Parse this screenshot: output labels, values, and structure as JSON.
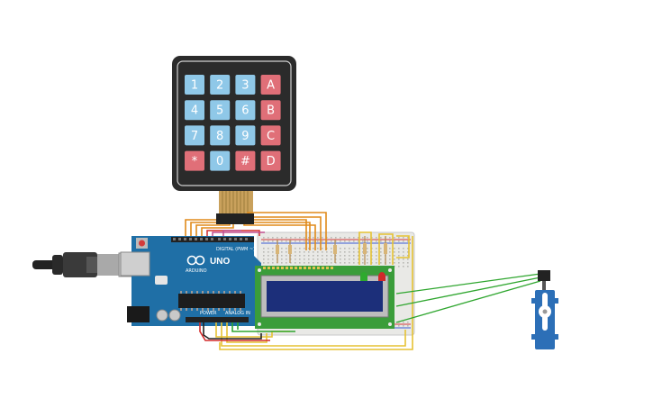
{
  "keypad": {
    "rows": [
      [
        "1",
        "2",
        "3",
        "A"
      ],
      [
        "4",
        "5",
        "6",
        "B"
      ],
      [
        "7",
        "8",
        "9",
        "C"
      ],
      [
        "*",
        "0",
        "#",
        "D"
      ]
    ],
    "digit_color": "#8fc8e8",
    "letter_color": "#e06f78",
    "body_color": "#2b2b2b"
  },
  "arduino": {
    "model_text": "UNO",
    "brand_text": "ARDUINO",
    "digital_label": "DIGITAL (PWM ~)",
    "power_label": "POWER",
    "analog_label": "ANALOG IN",
    "board_color": "#1f6fa6"
  },
  "lcd": {
    "screen_color": "#1c2f7a",
    "pcb_color": "#3a9d3a"
  },
  "leds": {
    "green": "#2eaa2e",
    "red": "#d12a2a"
  },
  "servo": {
    "body_color": "#2c6fb7",
    "horn_color": "#ffffff"
  },
  "wire_colors": {
    "orange": "#e08a1a",
    "yellow": "#e6c233",
    "red": "#d42a2a",
    "green": "#2fa62f",
    "black": "#222222"
  }
}
